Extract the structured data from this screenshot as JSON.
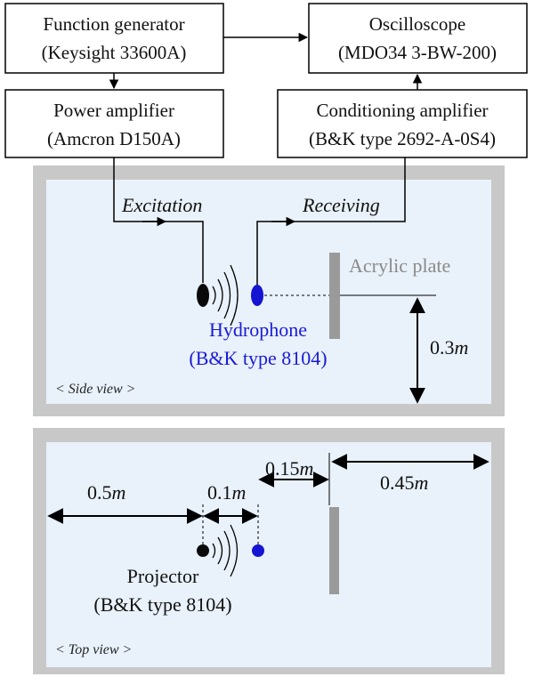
{
  "colors": {
    "tank_wall": "#c8c8c8",
    "water": "#e9f1fa",
    "plate": "#9a9a9a",
    "projector": "#0a0a0a",
    "hydrophone": "#1414d2",
    "hydrophone_text": "#1a1ad8",
    "plate_text": "#8a8a8a",
    "line": "#000000"
  },
  "boxes": {
    "function_generator": {
      "title": "Function generator",
      "model": "(Keysight 33600A)"
    },
    "oscilloscope": {
      "title": "Oscilloscope",
      "model": "(MDO34 3-BW-200)"
    },
    "power_amplifier": {
      "title": "Power amplifier",
      "model": "(Amcron D150A)"
    },
    "conditioning_amplifier": {
      "title": "Conditioning amplifier",
      "model": "(B&K type 2692-A-0S4)"
    }
  },
  "side_view": {
    "excitation_label": "Excitation",
    "receiving_label": "Receiving",
    "plate_label": "Acrylic plate",
    "hydrophone_label": "Hydrophone",
    "hydrophone_model": "(B&K type 8104)",
    "depth_value": "0.3",
    "depth_unit": "m",
    "view_caption": "< Side view >"
  },
  "top_view": {
    "dist_1_value": "0.5",
    "dist_1_unit": "m",
    "dist_2_value": "0.1",
    "dist_2_unit": "m",
    "dist_3_value": "0.15",
    "dist_3_unit": "m",
    "dist_4_value": "0.45",
    "dist_4_unit": "m",
    "projector_label": "Projector",
    "projector_model": "(B&K type 8104)",
    "view_caption": "< Top view >"
  }
}
